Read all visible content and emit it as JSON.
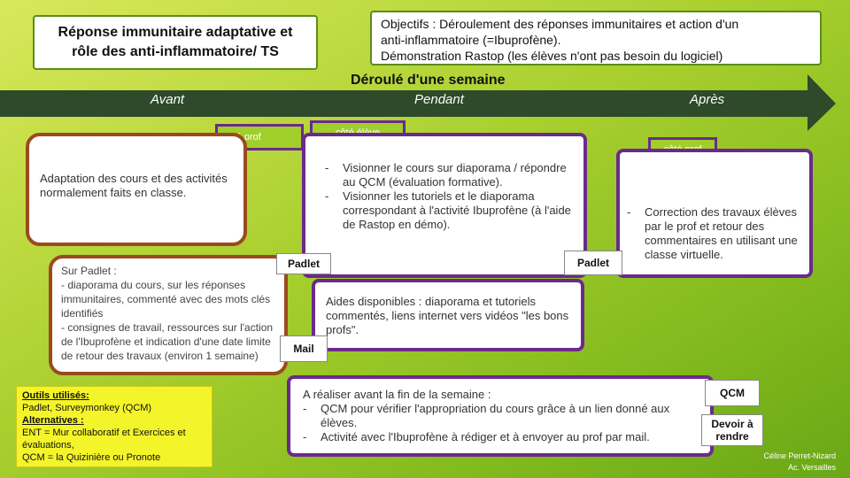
{
  "title": {
    "line1": "Réponse immunitaire adaptative et",
    "line2": "rôle des anti-inflammatoire/ TS"
  },
  "objectives": {
    "line1": "Objectifs : Déroulement des réponses immunitaires et action d'un",
    "line2": "anti-inflammatoire (=Ibuprofène).",
    "line3": "Démonstration Rastop (les élèves n'ont pas besoin du logiciel)"
  },
  "timeline": {
    "title": "Déroulé d'une semaine",
    "before": "Avant",
    "during": "Pendant",
    "after": "Après"
  },
  "tags": {
    "prof_left": "côté prof",
    "eleve": "côté élève",
    "prof_right": "côté prof"
  },
  "before_box": {
    "text": "Adaptation des cours et des activités normalement faits en classe."
  },
  "padlet_box": {
    "line1": "Sur Padlet :",
    "line2": "- diaporama du cours, sur les réponses immunitaires, commenté avec des mots clés identifiés",
    "line3": "- consignes de travail, ressources sur l'action de l'Ibuprofène et indication d'une date limite de retour des travaux (environ 1 semaine)"
  },
  "tools": {
    "heading": "Outils utilisés:",
    "list": "Padlet, Surveymonkey (QCM)",
    "alt_heading": "Alternatives :",
    "alt1": "ENT = Mur collaboratif et Exercices et évaluations,",
    "alt2": "QCM = la Quizinière ou Pronote"
  },
  "eleve_box": {
    "item1": "Visionner le cours sur diaporama / répondre au QCM (évaluation formative).",
    "item2": "Visionner les tutoriels et le diaporama correspondant à l'activité Ibuprofène (à l'aide de Rastop en démo)."
  },
  "labels": {
    "padlet_left": "Padlet",
    "padlet_right": "Padlet",
    "mail": "Mail",
    "qcm": "QCM",
    "devoir": "Devoir à rendre"
  },
  "aides_box": {
    "text": "Aides disponibles : diaporama et tutoriels commentés, liens internet vers vidéos \"les bons profs\"."
  },
  "after_box": {
    "item1": "Correction des travaux élèves par le prof et retour des commentaires en utilisant une classe virtuelle."
  },
  "end_box": {
    "heading": "A réaliser avant la fin de la semaine :",
    "item1": "QCM pour vérifier l'appropriation du cours grâce à un lien donné aux élèves.",
    "item2": "Activité avec l'Ibuprofène à rédiger et à envoyer au prof par mail."
  },
  "credit": {
    "line1": "Céline Perret-Nizard",
    "line2": "Ac. Versailles"
  },
  "colors": {
    "arrow": "#2e4a2a",
    "purple": "#6b2a8c",
    "brown": "#9b4a1e",
    "yellow": "#f4f42a"
  }
}
